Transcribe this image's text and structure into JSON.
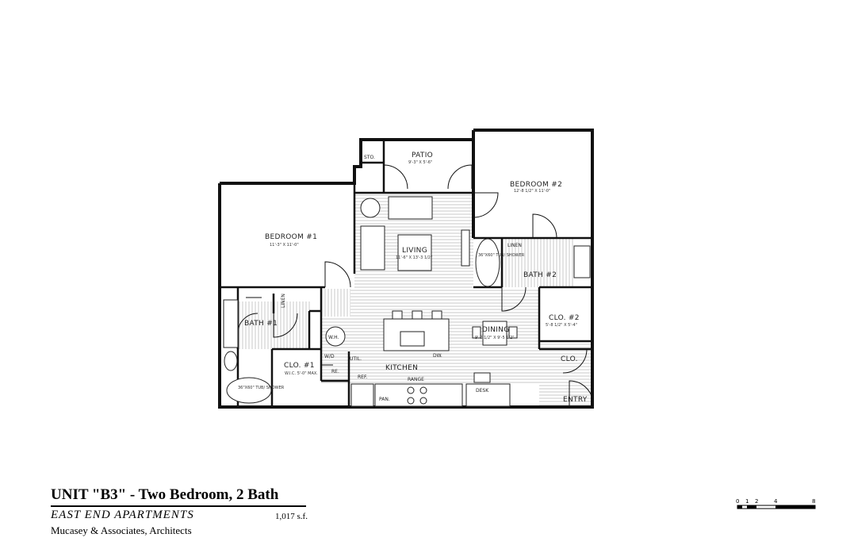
{
  "rooms": {
    "bedroom1": {
      "name": "BEDROOM #1",
      "dims": "11'-3\" X 11'-0\""
    },
    "bedroom2": {
      "name": "BEDROOM #2",
      "dims": "12'-8 1/2\" X 11'-0\""
    },
    "patio": {
      "name": "PATIO",
      "dims": "9'-3\" X 5'-6\""
    },
    "sto": {
      "name": "STO."
    },
    "living": {
      "name": "LIVING",
      "dims": "11'-6\" X 13'-3 1/2\""
    },
    "bath1": {
      "name": "BATH #1"
    },
    "bath2": {
      "name": "BATH #2"
    },
    "dining": {
      "name": "DINING",
      "dims": "9'-2 1/2\" X 9'-5 1/2\""
    },
    "kitchen": {
      "name": "KITCHEN"
    },
    "clo1": {
      "name": "CLO. #1",
      "dims": "W.I.C. 5'-0\" MAX."
    },
    "clo2": {
      "name": "CLO. #2",
      "dims": "5'-8 1/2\" X 5'-4\""
    },
    "clo": {
      "name": "CLO."
    },
    "entry": {
      "name": "ENTRY"
    },
    "linen1": {
      "name": "LINEN"
    },
    "linen2": {
      "name": "LINEN"
    },
    "util": {
      "name": "UTIL."
    },
    "wd": {
      "name": "W/D"
    },
    "wh": {
      "name": "W.H."
    },
    "ref": {
      "name": "REF."
    },
    "pan": {
      "name": "PAN."
    },
    "range": {
      "name": "RANGE"
    },
    "desk": {
      "name": "DESK"
    },
    "dw": {
      "name": "DW."
    },
    "tub1": {
      "name": "36\"X60\" TUB/ SHOWER"
    },
    "tub2": {
      "name": "36\"X60\" TUB/ SHOWER"
    },
    "re": {
      "name": "RE."
    }
  },
  "footer": {
    "title": "UNIT \"B3\" - Two Bedroom, 2 Bath",
    "subtitle": "EAST END APARTMENTS",
    "area": "1,017 s.f.",
    "architect": "Mucasey & Associates, Architects"
  },
  "scale_bar": {
    "ticks": [
      "0",
      "1",
      "2",
      "4",
      "8"
    ]
  }
}
